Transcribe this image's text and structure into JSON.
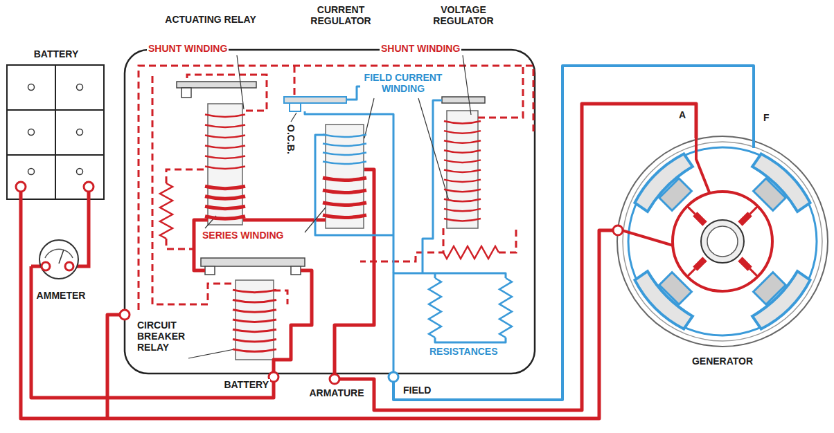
{
  "diagram": {
    "nodes": [
      {
        "text": [
          "BATTERY"
        ]
      },
      {
        "text": [
          "AMMETER"
        ]
      },
      {
        "text": [
          "GENERATOR"
        ]
      }
    ],
    "edges": [
      {
        "from": 0,
        "to": 1,
        "arrow": "none"
      },
      {
        "from": 0,
        "to": 2,
        "arrow": "none"
      }
    ],
    "labels": [
      "ACTUATING RELAY",
      "CURRENT REGULATOR",
      "VOLTAGE REGULATOR",
      "SHUNT WINDING",
      "SHUNT WINDING",
      "FIELD CURRENT WINDING",
      "O.C.B.",
      "SERIES WINDING",
      "CIRCUIT BREAKER RELAY",
      "RESISTANCES",
      "BATTERY",
      "ARMATURE",
      "FIELD",
      "A",
      "F"
    ]
  }
}
